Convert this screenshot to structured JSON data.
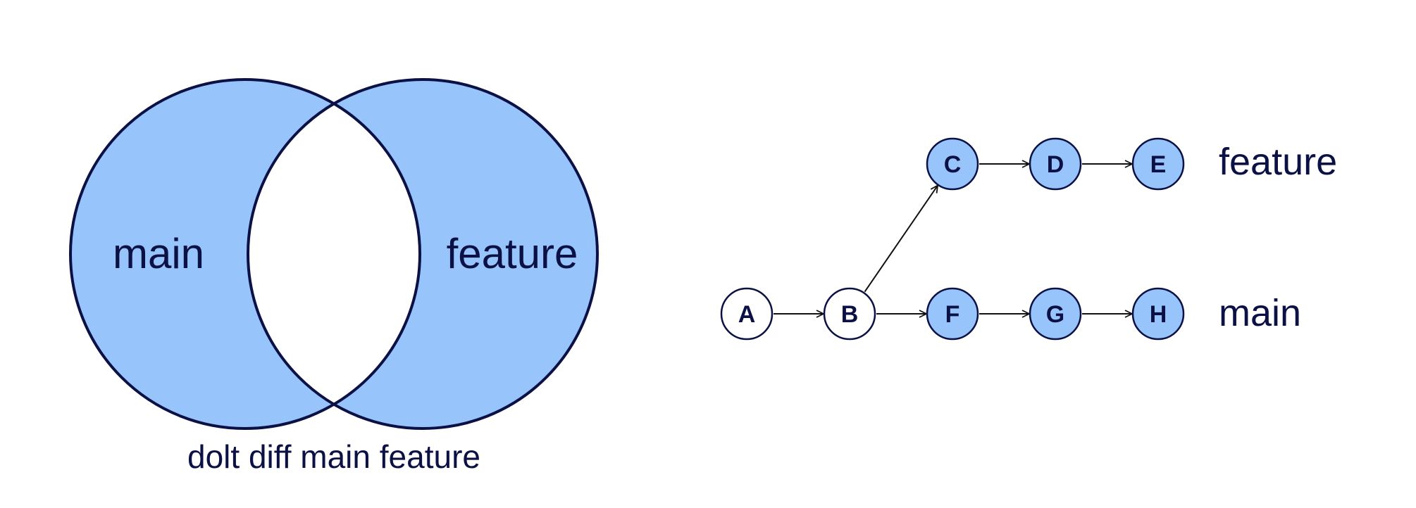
{
  "colors": {
    "fill": "#97c4fa",
    "stroke": "#0c1145",
    "text": "#0c1145",
    "background": "#ffffff"
  },
  "venn": {
    "left_label": "main",
    "right_label": "feature",
    "caption": "dolt diff main feature",
    "shading": "symmetric-difference"
  },
  "graph": {
    "nodes": [
      {
        "id": "A",
        "label": "A",
        "highlighted": false
      },
      {
        "id": "B",
        "label": "B",
        "highlighted": false
      },
      {
        "id": "C",
        "label": "C",
        "highlighted": true
      },
      {
        "id": "D",
        "label": "D",
        "highlighted": true
      },
      {
        "id": "E",
        "label": "E",
        "highlighted": true
      },
      {
        "id": "F",
        "label": "F",
        "highlighted": true
      },
      {
        "id": "G",
        "label": "G",
        "highlighted": true
      },
      {
        "id": "H",
        "label": "H",
        "highlighted": true
      }
    ],
    "edges": [
      {
        "from": "A",
        "to": "B"
      },
      {
        "from": "B",
        "to": "C"
      },
      {
        "from": "C",
        "to": "D"
      },
      {
        "from": "D",
        "to": "E"
      },
      {
        "from": "B",
        "to": "F"
      },
      {
        "from": "F",
        "to": "G"
      },
      {
        "from": "G",
        "to": "H"
      }
    ],
    "branch_labels": {
      "feature": "feature",
      "main": "main"
    }
  }
}
